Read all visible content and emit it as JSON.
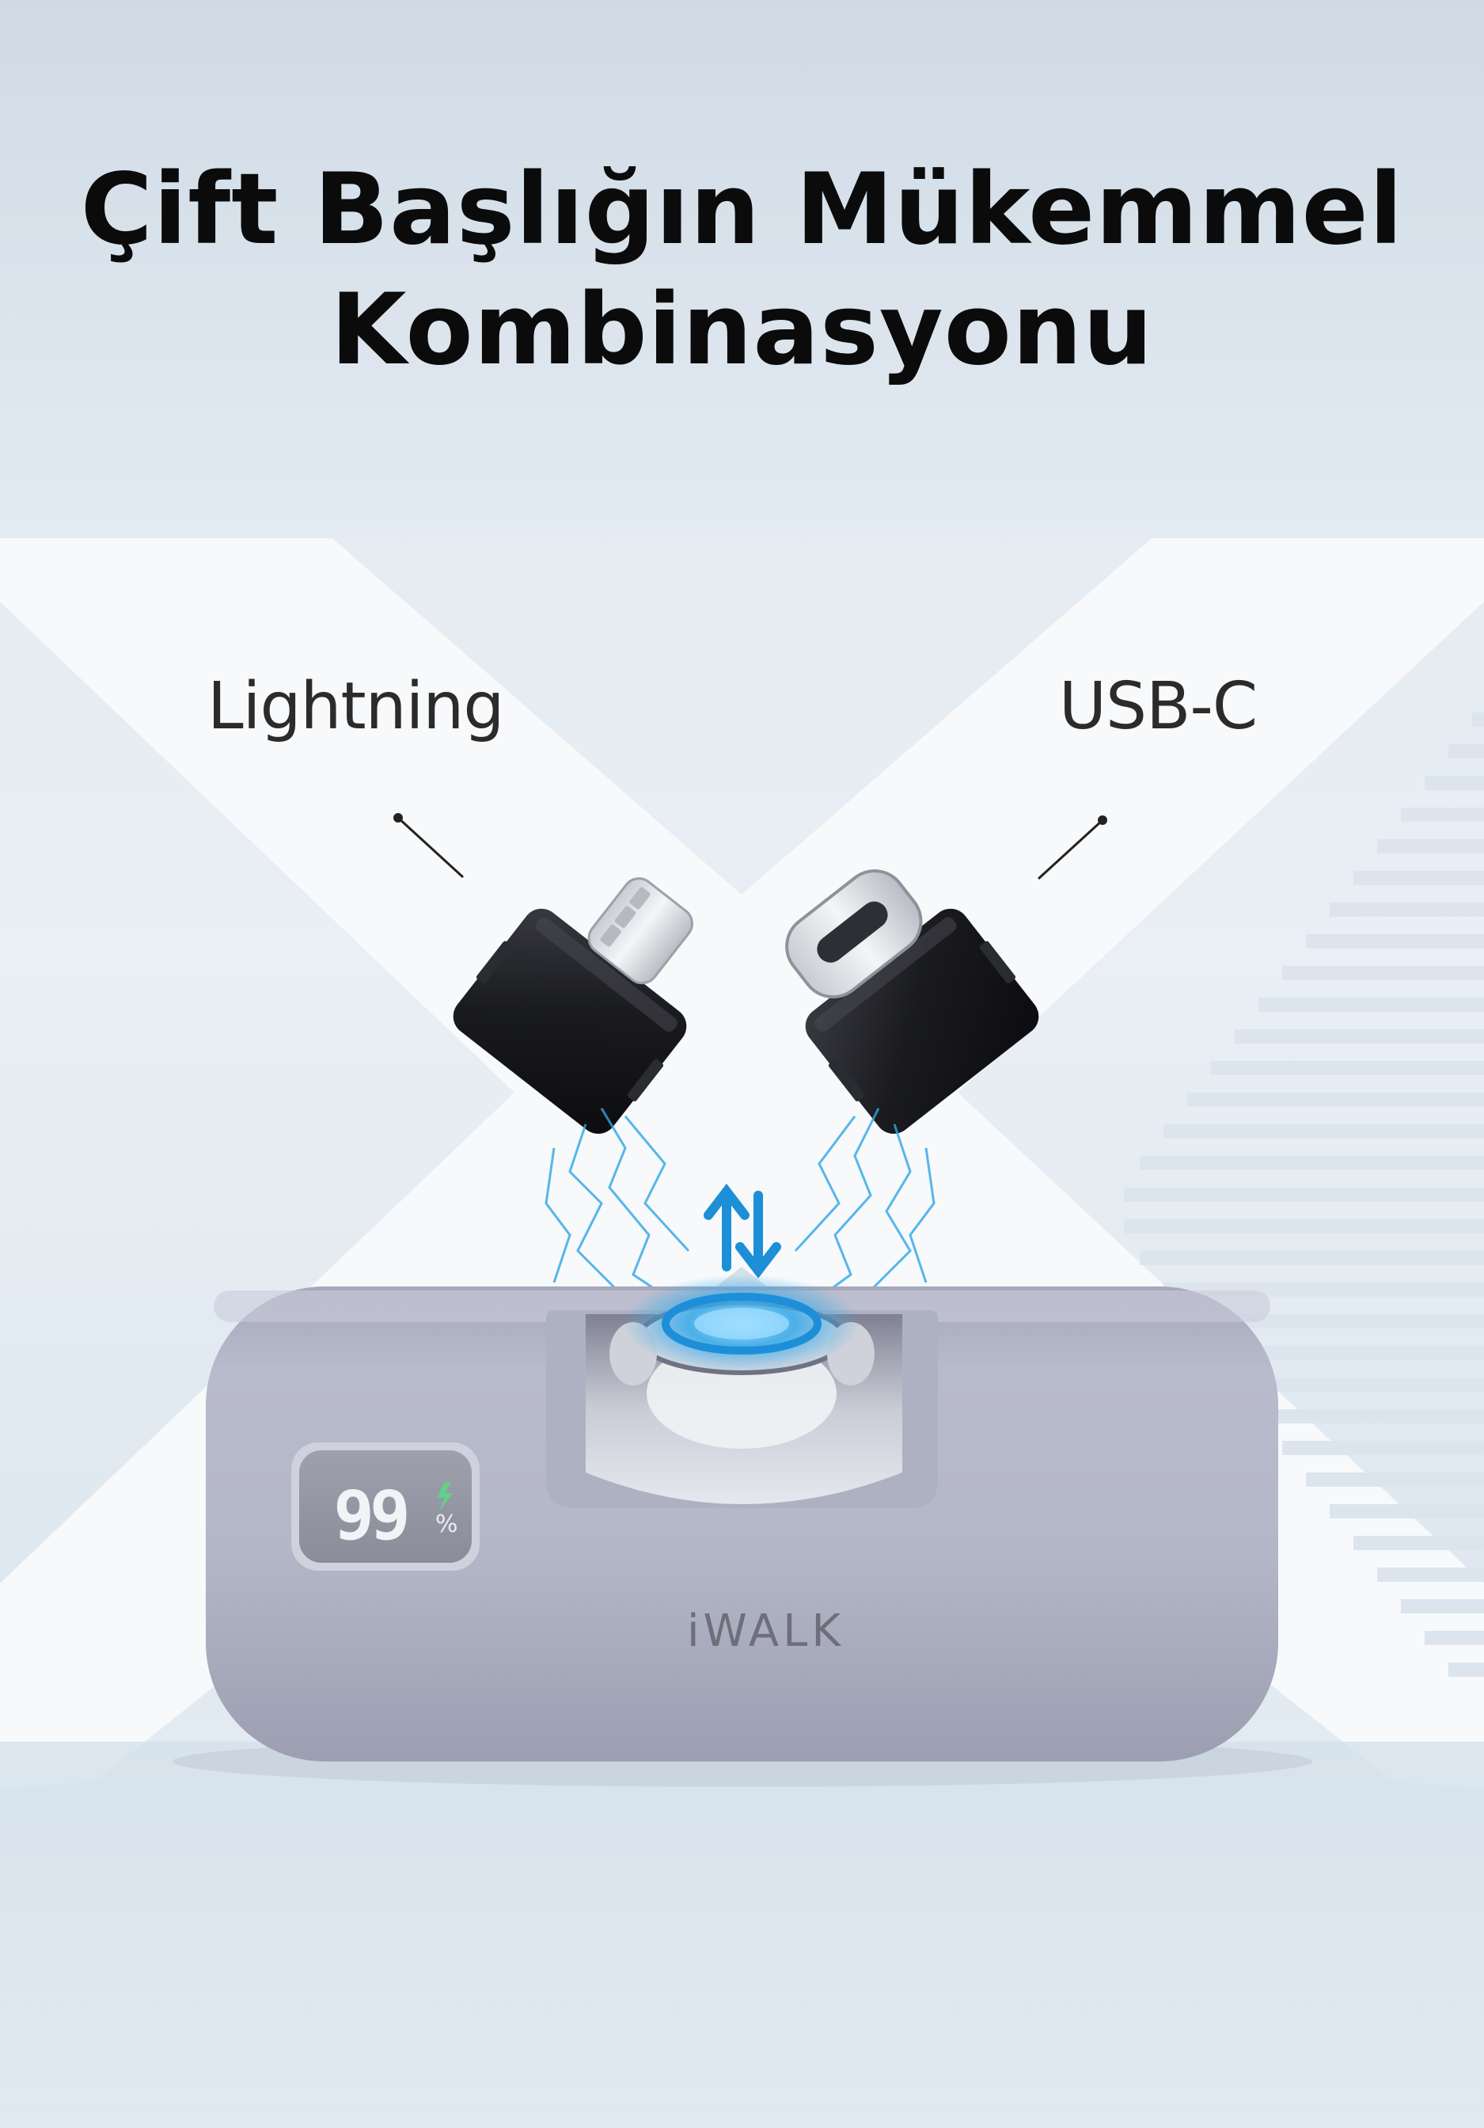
{
  "headline": {
    "line1": "Çift Başlığın Mükemmel",
    "line2": "Kombinasyonu"
  },
  "labels": {
    "lightning": "Lightning",
    "usb_c": "USB-C"
  },
  "device": {
    "display_value": "99",
    "display_unit": "%",
    "brand": "iWALK",
    "icons": [
      "charging-bolt-icon",
      "bidirectional-arrows-icon"
    ]
  },
  "colors": {
    "background": "#e4ecf3",
    "x_band": "#f7f9fb",
    "device_body": "#aeb1c2",
    "connector": "#1a1b1f",
    "spark": "#2fa6e6",
    "text": "#0b0b0b"
  }
}
